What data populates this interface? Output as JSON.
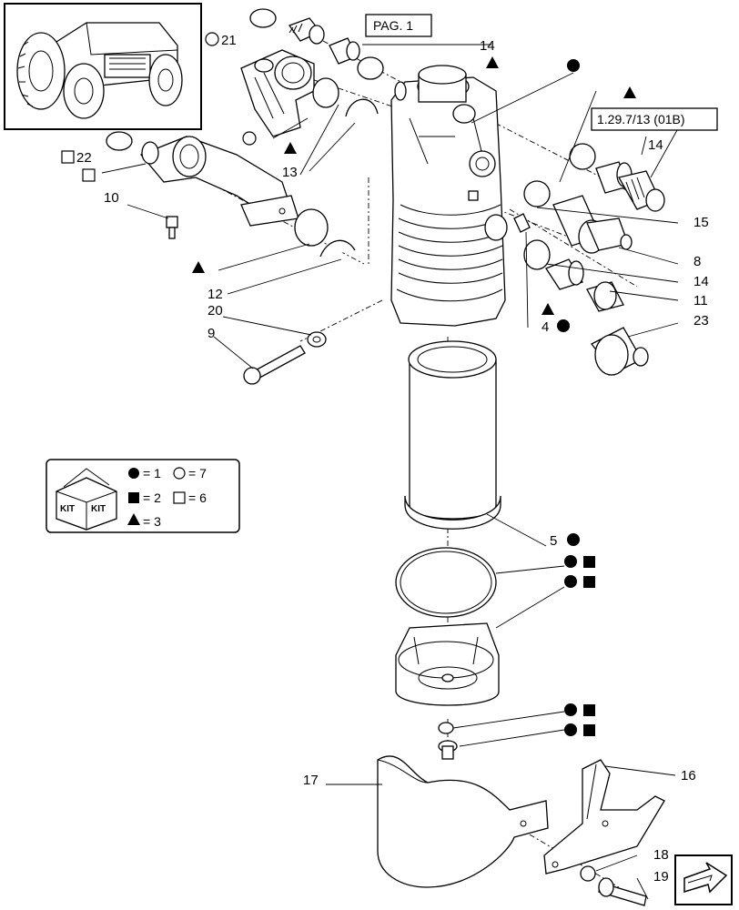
{
  "references": {
    "page_ref": "PAG. 1",
    "drawing_ref": "1.29.7/13 (01B)"
  },
  "callouts": {
    "c21": "21",
    "c14a": "14",
    "c22": "22",
    "c10": "10",
    "c13": "13",
    "c14b": "14",
    "c15": "15",
    "c8": "8",
    "c14c": "14",
    "c11": "11",
    "c23": "23",
    "c4": "4",
    "c12": "12",
    "c20": "20",
    "c9": "9",
    "c5": "5",
    "c17": "17",
    "c16": "16",
    "c18": "18",
    "c19": "19"
  },
  "legend": {
    "kit_text_left": "KIT",
    "kit_text_right": "KIT",
    "filled_circle": "= 1",
    "open_circle": "= 7",
    "filled_square": "= 2",
    "open_square": "= 6",
    "filled_triangle": "= 3"
  },
  "icons": {
    "tractor_thumbnail": "tractor-icon",
    "kit_box": "kit-box-icon",
    "next_page_arrow": "next-page-arrow-icon"
  }
}
